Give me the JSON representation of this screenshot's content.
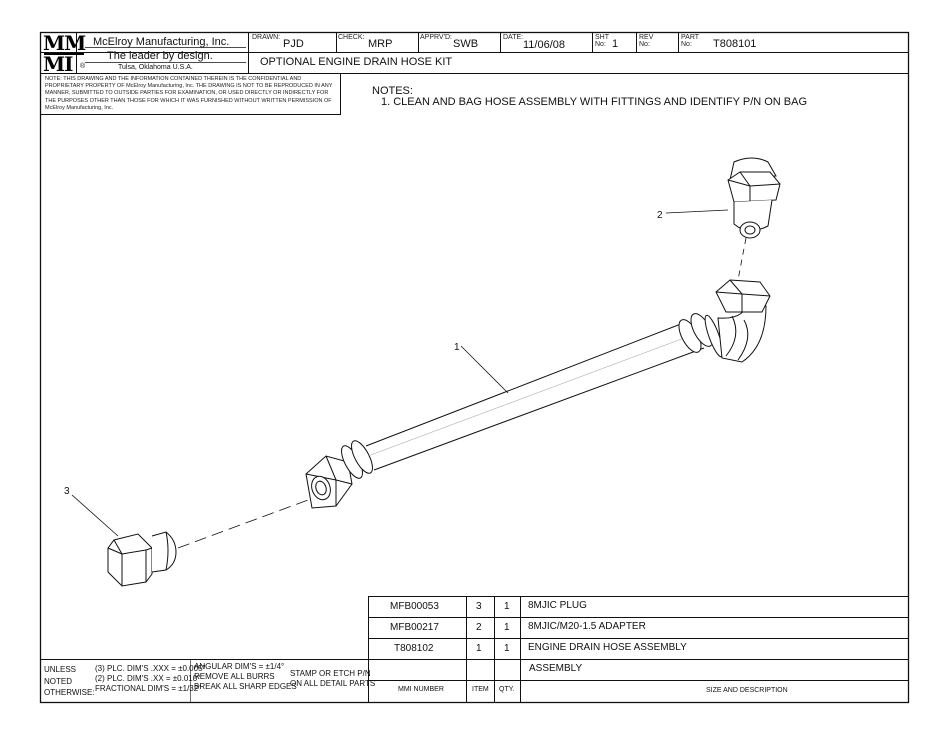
{
  "title_block": {
    "logo_letters": [
      "M",
      "M",
      "M",
      "I"
    ],
    "company_name": "McElroy Manufacturing, Inc.",
    "tagline": "The leader by design.",
    "location": "Tulsa, Oklahoma U.S.A.",
    "title": "OPTIONAL ENGINE DRAIN HOSE KIT",
    "drawn_label": "DRAWN:",
    "drawn_value": "PJD",
    "check_label": "CHECK:",
    "check_value": "MRP",
    "apprvd_label": "APPRV'D:",
    "apprvd_value": "SWB",
    "date_label": "DATE:",
    "date_value": "11/06/08",
    "sht_label": "SHT No:",
    "sht_value": "1",
    "rev_label": "REV No:",
    "rev_value": "",
    "part_label": "PART No:",
    "part_value": "T808101"
  },
  "confidential_note": "NOTE: THIS DRAWING AND THE INFORMATION CONTAINED THEREIN IS THE CONFIDENTIAL AND PROPRIETARY PROPERTY OF McElroy Manufacturing, Inc. THE DRAWING IS NOT TO BE REPRODUCED IN ANY MANNER, SUBMITTED TO OUTSIDE PARTIES FOR EXAMINATION, OR USED DIRECTLY OR INDIRECTLY FOR THE PURPOSES OTHER THAN THOSE FOR WHICH IT WAS FURNISHED WITHOUT WRITTEN PERMISSION OF McElroy Manufacturing, Inc.",
  "notes": {
    "heading": "NOTES:",
    "items": [
      "1. CLEAN AND BAG HOSE ASSEMBLY WITH FITTINGS AND IDENTIFY P/N ON BAG"
    ]
  },
  "balloons": [
    "1",
    "2",
    "3"
  ],
  "bom": {
    "rows": [
      {
        "mmi": "MFB00053",
        "item": "3",
        "qty": "1",
        "desc": "8MJIC PLUG"
      },
      {
        "mmi": "MFB00217",
        "item": "2",
        "qty": "1",
        "desc": "8MJIC/M20-1.5 ADAPTER"
      },
      {
        "mmi": "T808102",
        "item": "1",
        "qty": "1",
        "desc": "ENGINE DRAIN HOSE ASSEMBLY"
      },
      {
        "mmi": "",
        "item": "",
        "qty": "",
        "desc": "ASSEMBLY"
      }
    ],
    "headers": {
      "mmi": "MMI NUMBER",
      "item": "ITEM",
      "qty": "QTY.",
      "desc": "SIZE AND DESCRIPTION"
    }
  },
  "tolerances": {
    "unless": [
      "UNLESS",
      "NOTED",
      "OTHERWISE:"
    ],
    "plc": [
      "(3) PLC. DIM'S .XXX = ±0.005\"",
      "(2) PLC. DIM'S .XX = ±0.010\"",
      "FRACTIONAL DIM'S = ±1/32\""
    ],
    "angular": [
      "ANGULAR DIM'S = ±1/4°",
      "REMOVE ALL BURRS",
      "BREAK ALL SHARP EDGES"
    ],
    "stamp": [
      "STAMP OR ETCH P/N",
      "ON ALL DETAIL PARTS"
    ]
  }
}
